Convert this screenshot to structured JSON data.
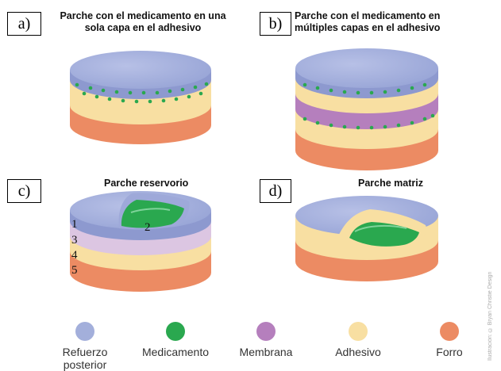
{
  "panels": {
    "a": {
      "label": "a)",
      "caption_line1": "Parche con el medicamento en una",
      "caption_line2": "sola capa en el adhesivo"
    },
    "b": {
      "label": "b)",
      "caption_line1": "Parche con el medicamento en",
      "caption_line2": "múltiples capas en el adhesivo"
    },
    "c": {
      "label": "c)",
      "caption": "Parche reservorio",
      "layer_numbers": [
        "1",
        "2",
        "3",
        "4",
        "5"
      ]
    },
    "d": {
      "label": "d)",
      "caption": "Parche matriz"
    }
  },
  "legend": [
    {
      "label_line1": "Refuerzo",
      "label_line2": "posterior",
      "color": "#a3afdb"
    },
    {
      "label_line1": "Medicamento",
      "label_line2": "",
      "color": "#2aa84f"
    },
    {
      "label_line1": "Membrana",
      "label_line2": "",
      "color": "#b57fbd"
    },
    {
      "label_line1": "Adhesivo",
      "label_line2": "",
      "color": "#f8dfa2"
    },
    {
      "label_line1": "Forro",
      "label_line2": "",
      "color": "#ec8b63"
    }
  ],
  "colors": {
    "backing": "#a3afdb",
    "drug": "#2aa84f",
    "membrane": "#b57fbd",
    "adhesive": "#f8dfa2",
    "liner": "#ec8b63"
  },
  "side_text": "Ilustración: © Bryan Christie Design"
}
